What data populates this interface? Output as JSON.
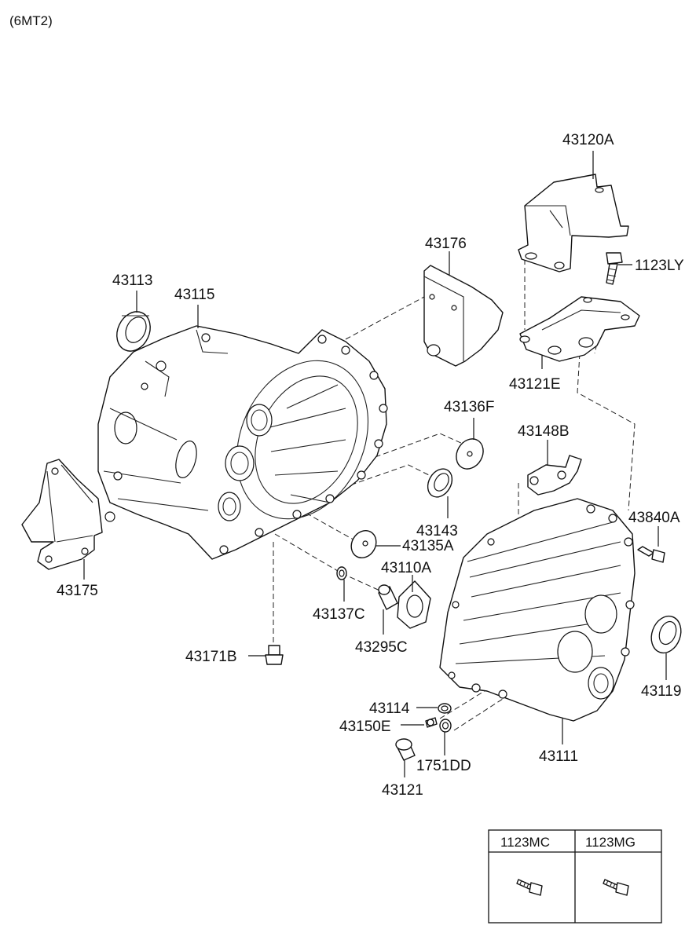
{
  "diagram": {
    "variant": "(6MT2)",
    "labels": {
      "p43120A": "43120A",
      "p1123LY": "1123LY",
      "p43176": "43176",
      "p43113": "43113",
      "p43115": "43115",
      "p43121E": "43121E",
      "p43136F": "43136F",
      "p43148B": "43148B",
      "p43143": "43143",
      "p43840A": "43840A",
      "p43135A": "43135A",
      "p43110A": "43110A",
      "p43175": "43175",
      "p43137C": "43137C",
      "p43295C": "43295C",
      "p43171B": "43171B",
      "p43119": "43119",
      "p43114": "43114",
      "p43150E": "43150E",
      "p1751DD": "1751DD",
      "p43111": "43111",
      "p43121": "43121"
    },
    "table": {
      "columns": [
        "1123MC",
        "1123MG"
      ]
    }
  }
}
